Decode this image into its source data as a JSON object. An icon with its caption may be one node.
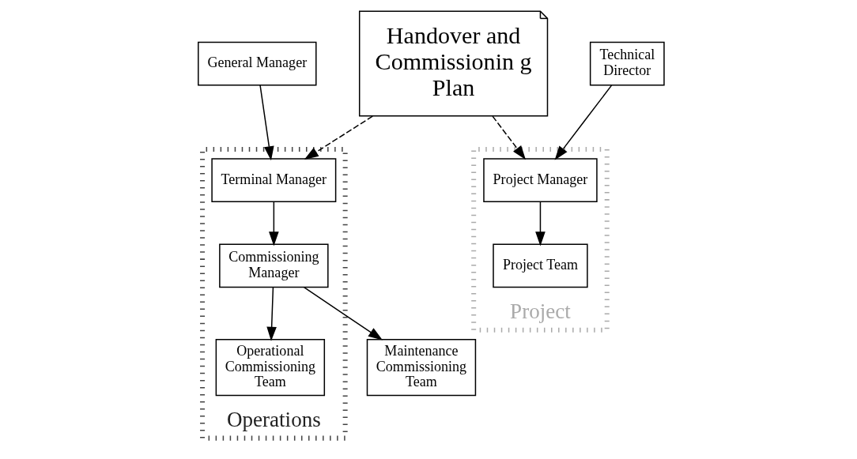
{
  "diagram": {
    "nodes": [
      {
        "text": [
          "General Manager"
        ]
      },
      {
        "text": [
          "Technical Director"
        ]
      },
      {
        "text": [
          "Operations"
        ]
      },
      {
        "text": [
          "Terminal Manager"
        ],
        "in": 2
      },
      {
        "text": [
          "Commissioning Manager"
        ],
        "in": 2
      },
      {
        "text": [
          "Operational Commissioning Team"
        ],
        "in": 2
      },
      {
        "text": [
          "Project"
        ]
      },
      {
        "text": [
          "Project Manager"
        ],
        "in": 6
      },
      {
        "text": [
          "Project Team"
        ],
        "in": 6
      },
      {
        "text": [
          "Handover and Commissionin g Plan"
        ]
      },
      {
        "text": [
          "Maintenance Commissioning Team"
        ]
      }
    ],
    "edges": [
      {
        "from": 0,
        "to": 3,
        "arrow": "to"
      },
      {
        "from": 3,
        "to": 4,
        "arrow": "to"
      },
      {
        "from": 4,
        "to": 5,
        "arrow": "to"
      },
      {
        "from": 4,
        "to": 10,
        "arrow": "to"
      },
      {
        "from": 1,
        "to": 7,
        "arrow": "to"
      },
      {
        "from": 7,
        "to": 8,
        "arrow": "to"
      },
      {
        "from": 9,
        "to": 3,
        "arrow": "to",
        "style": "dashed"
      },
      {
        "from": 9,
        "to": 7,
        "arrow": "to",
        "style": "dashed"
      }
    ]
  }
}
